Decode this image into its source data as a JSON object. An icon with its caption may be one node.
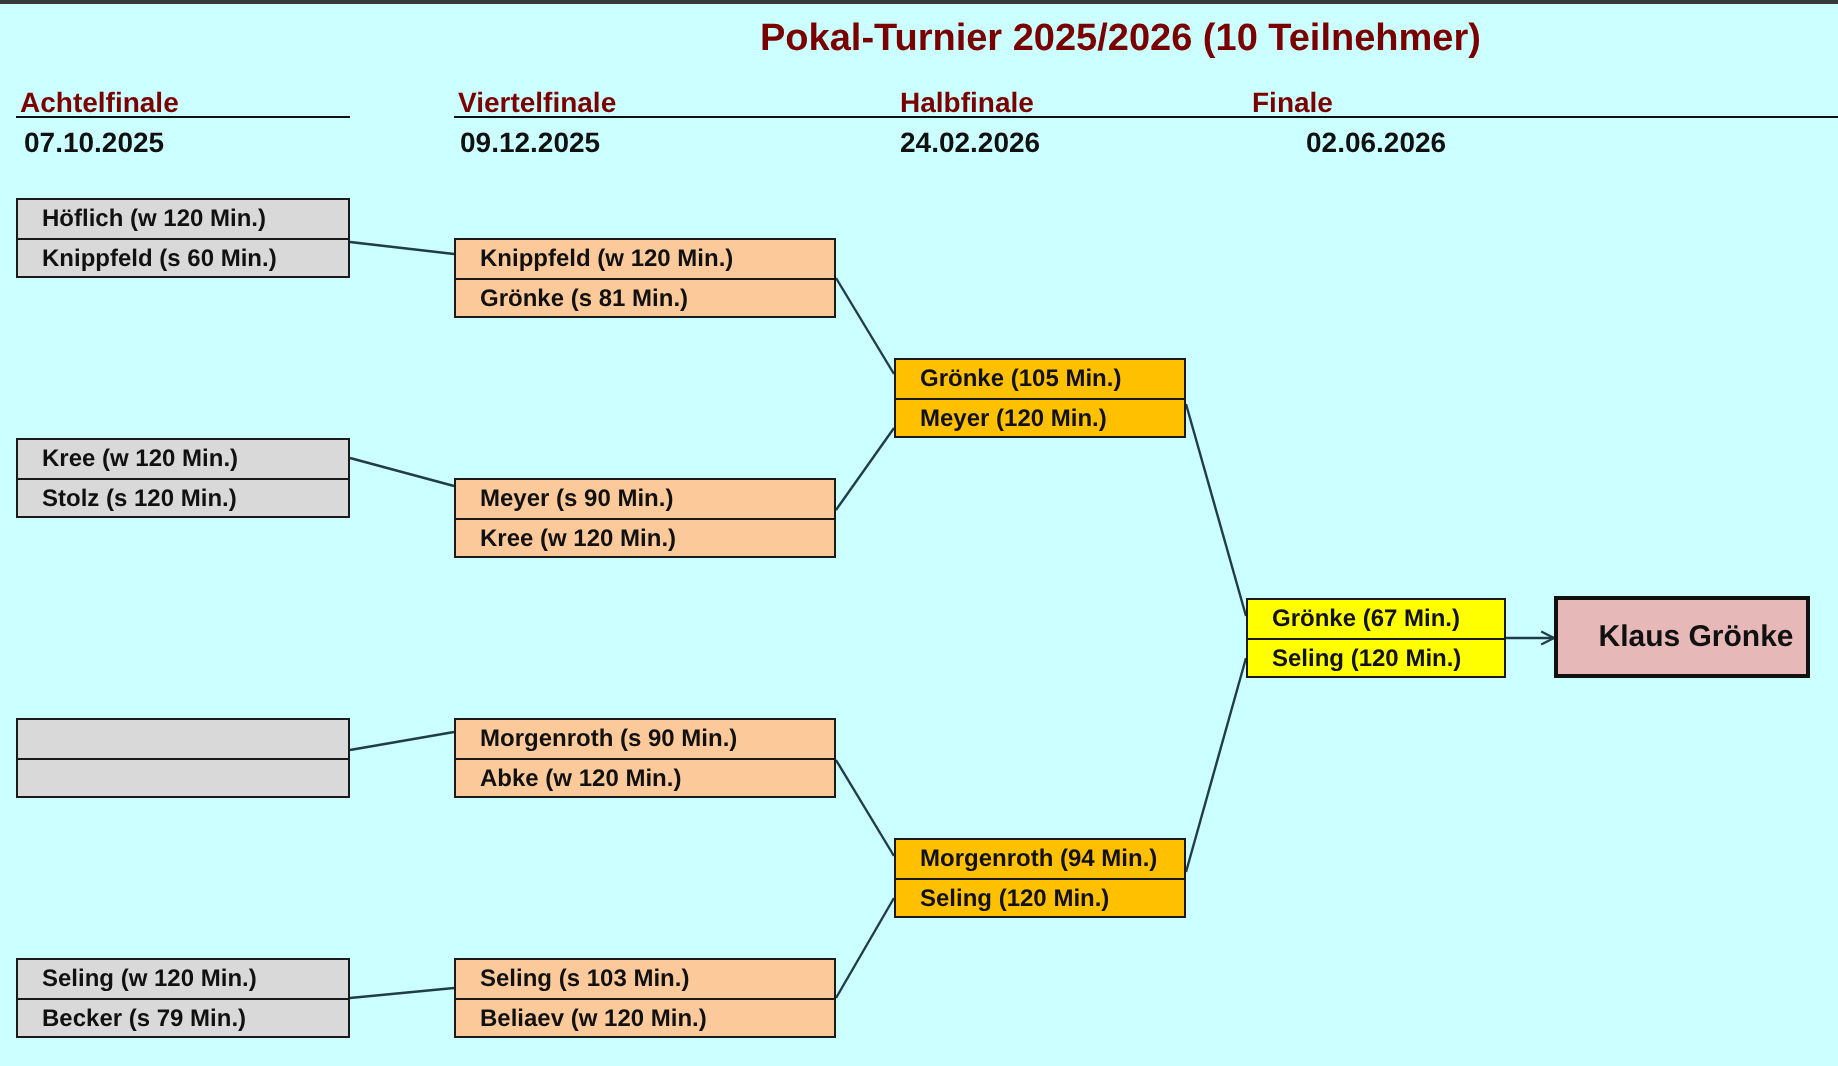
{
  "diagram": {
    "title": "Pokal-Turnier 2025/2026 (10 Teilnehmer)",
    "nodes": [
      {
        "text": [
          "Höflich (w 120 Min.)",
          "Knippfeld (s 60 Min.)"
        ]
      },
      {
        "text": [
          "Kree (w 120 Min.)",
          "Stolz (s 120 Min.)"
        ]
      },
      {
        "text": [],
        "shape": "box"
      },
      {
        "text": [
          "Seling (w 120 Min.)",
          "Becker (s 79 Min.)"
        ]
      },
      {
        "text": [
          "Knippfeld (w 120 Min.)",
          "Grönke (s 81 Min.)"
        ]
      },
      {
        "text": [
          "Meyer (s 90 Min.)",
          "Kree (w 120 Min.)"
        ]
      },
      {
        "text": [
          "Morgenroth (s 90 Min.)",
          "Abke (w 120 Min.)"
        ]
      },
      {
        "text": [
          "Seling (s 103 Min.)",
          "Beliaev (w 120 Min.)"
        ]
      },
      {
        "text": [
          "Grönke (105 Min.)",
          "Meyer (120 Min.)"
        ]
      },
      {
        "text": [
          "Morgenroth (94 Min.)",
          "Seling (120 Min.)"
        ]
      },
      {
        "text": [
          "Grönke (67 Min.)",
          "Seling (120 Min.)"
        ]
      },
      {
        "text": [
          "Klaus Grönke"
        ]
      }
    ],
    "edges": [
      {
        "from": 0,
        "to": 4,
        "arrow": "none"
      },
      {
        "from": 1,
        "to": 5,
        "arrow": "none"
      },
      {
        "from": 2,
        "to": 6,
        "arrow": "none"
      },
      {
        "from": 3,
        "to": 7,
        "arrow": "none"
      },
      {
        "from": 4,
        "to": 8,
        "arrow": "none"
      },
      {
        "from": 5,
        "to": 8,
        "arrow": "none"
      },
      {
        "from": 6,
        "to": 9,
        "arrow": "none"
      },
      {
        "from": 7,
        "to": 9,
        "arrow": "none"
      },
      {
        "from": 8,
        "to": 10,
        "arrow": "none"
      },
      {
        "from": 9,
        "to": 10,
        "arrow": "none"
      },
      {
        "from": 10,
        "to": 11,
        "arrow": "to"
      }
    ],
    "labels": [
      "Achtelfinale",
      "Viertelfinale",
      "Halbfinale",
      "Finale",
      "07.10.2025",
      "09.12.2025",
      "24.02.2026",
      "02.06.2026"
    ]
  }
}
